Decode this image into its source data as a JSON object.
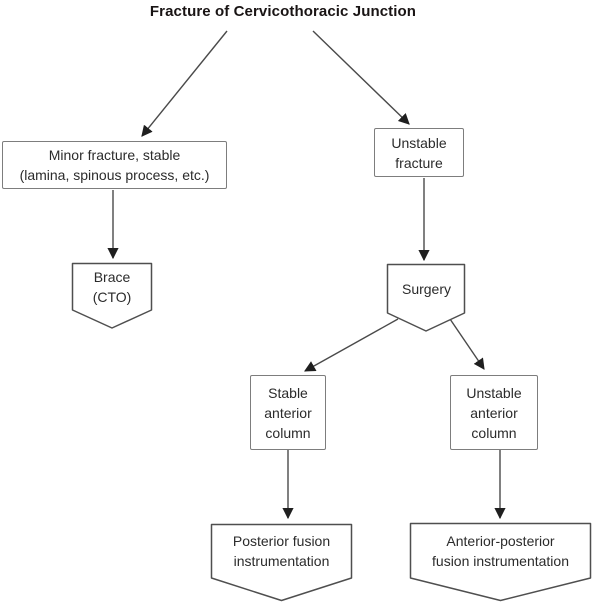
{
  "title": "Fracture of Cervicothoracic Junction",
  "colors": {
    "arrow-line": "#4a4a4a",
    "arrow-head": "#1f1f1f",
    "rect-border": "#7d7d7d",
    "pent-border": "#4f4f4f",
    "text": "#2b2b2b",
    "title": "#191414",
    "bg": "#ffffff"
  },
  "nodes": {
    "minor_fracture": {
      "shape": "rectangle",
      "lines": [
        "Minor fracture, stable",
        "(lamina, spinous process, etc.)"
      ]
    },
    "unstable_fracture": {
      "shape": "rectangle",
      "lines": [
        "Unstable",
        "fracture"
      ]
    },
    "brace": {
      "shape": "off-page-connector",
      "lines": [
        "Brace",
        "(CTO)"
      ]
    },
    "surgery": {
      "shape": "off-page-connector",
      "lines": [
        "Surgery"
      ]
    },
    "stable_anterior_column": {
      "shape": "rectangle",
      "lines": [
        "Stable",
        "anterior",
        "column"
      ]
    },
    "unstable_anterior_column": {
      "shape": "rectangle",
      "lines": [
        "Unstable",
        "anterior",
        "column"
      ]
    },
    "posterior_fusion": {
      "shape": "off-page-connector",
      "lines": [
        "Posterior fusion",
        "instrumentation"
      ]
    },
    "anterior_posterior_fusion": {
      "shape": "off-page-connector",
      "lines": [
        "Anterior-posterior",
        "fusion instrumentation"
      ]
    }
  },
  "edges": [
    {
      "from": "title",
      "to": "minor_fracture"
    },
    {
      "from": "title",
      "to": "unstable_fracture"
    },
    {
      "from": "minor_fracture",
      "to": "brace"
    },
    {
      "from": "unstable_fracture",
      "to": "surgery"
    },
    {
      "from": "surgery",
      "to": "stable_anterior_column"
    },
    {
      "from": "surgery",
      "to": "unstable_anterior_column"
    },
    {
      "from": "stable_anterior_column",
      "to": "posterior_fusion"
    },
    {
      "from": "unstable_anterior_column",
      "to": "anterior_posterior_fusion"
    }
  ]
}
